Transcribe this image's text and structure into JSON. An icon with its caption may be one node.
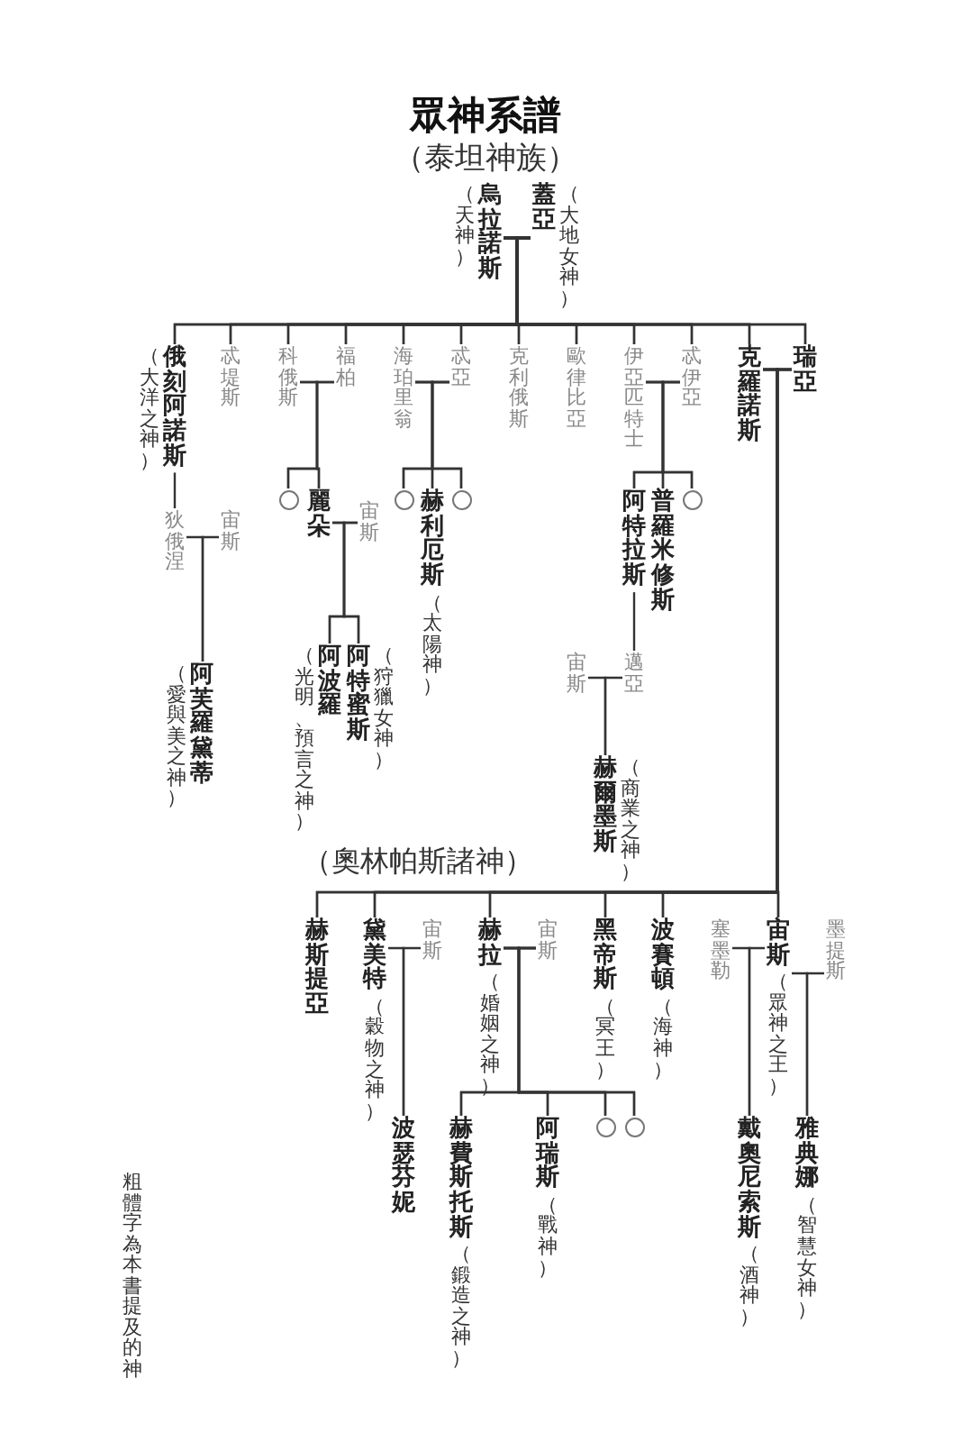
{
  "diagram": {
    "title": "眾神系譜",
    "nodes": [
      {
        "text": [
          "烏拉諾斯"
        ],
        "beside": [
          "（天神）"
        ]
      },
      {
        "text": [
          "蓋亞"
        ],
        "beside": [
          "（大地女神）"
        ]
      },
      {
        "text": [
          "俄刻阿諾斯"
        ],
        "beside": [
          "（大洋之神）"
        ]
      },
      {
        "text": [
          "忒堤斯"
        ]
      },
      {
        "text": [
          "科俄斯"
        ]
      },
      {
        "text": [
          "福柏"
        ]
      },
      {
        "text": [
          "海珀里翁"
        ]
      },
      {
        "text": [
          "忒亞"
        ]
      },
      {
        "text": [
          "克利俄斯"
        ]
      },
      {
        "text": [
          "歐律比亞"
        ]
      },
      {
        "text": [
          "伊亞匹特士"
        ]
      },
      {
        "text": [
          "忒伊亞"
        ]
      },
      {
        "text": [
          "克羅諾斯"
        ]
      },
      {
        "text": [
          "瑞亞"
        ]
      },
      {
        "text": [
          "狄俄涅"
        ]
      },
      {
        "text": [
          "宙斯"
        ]
      },
      {
        "text": [
          "阿芙羅黛蒂"
        ],
        "beside": [
          "（愛與美之神）"
        ]
      },
      {
        "text": [],
        "shape": "circle"
      },
      {
        "text": [
          "麗朵"
        ]
      },
      {
        "text": [
          "宙斯"
        ]
      },
      {
        "text": [
          "阿特蜜斯"
        ],
        "beside": [
          "（狩獵女神）"
        ]
      },
      {
        "text": [
          "阿波羅"
        ],
        "beside": [
          "（光明、預言之神）"
        ]
      },
      {
        "text": [],
        "shape": "circle"
      },
      {
        "text": [
          "赫利厄斯"
        ],
        "beside": [
          "（太陽神）"
        ]
      },
      {
        "text": [],
        "shape": "circle"
      },
      {
        "text": [
          "阿特拉斯"
        ]
      },
      {
        "text": [
          "普羅米修斯"
        ]
      },
      {
        "text": [],
        "shape": "circle"
      },
      {
        "text": [
          "宙斯"
        ]
      },
      {
        "text": [
          "邁亞"
        ]
      },
      {
        "text": [
          "赫爾墨斯"
        ],
        "beside": [
          "（商業之神）"
        ]
      },
      {
        "text": [
          "赫斯提亞"
        ]
      },
      {
        "text": [
          "黛美特"
        ],
        "beside": [
          "（穀物之神）"
        ]
      },
      {
        "text": [
          "宙斯"
        ]
      },
      {
        "text": [
          "波瑟芬妮"
        ]
      },
      {
        "text": [
          "赫拉"
        ],
        "beside": [
          "（婚姻之神）"
        ]
      },
      {
        "text": [
          "宙斯"
        ]
      },
      {
        "text": [
          "赫費斯托斯"
        ],
        "beside": [
          "（鍛造之神）"
        ]
      },
      {
        "text": [
          "阿瑞斯"
        ],
        "beside": [
          "（戰神）"
        ]
      },
      {
        "text": [],
        "shape": "circle"
      },
      {
        "text": [],
        "shape": "circle"
      },
      {
        "text": [
          "黑帝斯"
        ],
        "beside": [
          "（冥王）"
        ]
      },
      {
        "text": [
          "波賽頓"
        ],
        "beside": [
          "（海神）"
        ]
      },
      {
        "text": [
          "塞墨勒"
        ]
      },
      {
        "text": [
          "宙斯"
        ],
        "beside": [
          "（眾神之王）"
        ]
      },
      {
        "text": [
          "墨提斯"
        ]
      },
      {
        "text": [
          "戴奧尼索斯"
        ],
        "beside": [
          "（酒神）"
        ]
      },
      {
        "text": [
          "雅典娜"
        ],
        "beside": [
          "（智慧女神）"
        ]
      }
    ],
    "edges": [
      {
        "from": 0,
        "to": 2,
        "arrow": "none"
      },
      {
        "from": 0,
        "to": 3,
        "arrow": "none"
      },
      {
        "from": 0,
        "to": 4,
        "arrow": "none"
      },
      {
        "from": 0,
        "to": 5,
        "arrow": "none"
      },
      {
        "from": 0,
        "to": 6,
        "arrow": "none"
      },
      {
        "from": 0,
        "to": 7,
        "arrow": "none"
      },
      {
        "from": 0,
        "to": 8,
        "arrow": "none"
      },
      {
        "from": 0,
        "to": 9,
        "arrow": "none"
      },
      {
        "from": 0,
        "to": 10,
        "arrow": "none"
      },
      {
        "from": 0,
        "to": 11,
        "arrow": "none"
      },
      {
        "from": 0,
        "to": 12,
        "arrow": "none"
      },
      {
        "from": 0,
        "to": 13,
        "arrow": "none"
      },
      {
        "from": 1,
        "to": 2,
        "arrow": "none"
      },
      {
        "from": 1,
        "to": 3,
        "arrow": "none"
      },
      {
        "from": 1,
        "to": 4,
        "arrow": "none"
      },
      {
        "from": 1,
        "to": 5,
        "arrow": "none"
      },
      {
        "from": 1,
        "to": 6,
        "arrow": "none"
      },
      {
        "from": 1,
        "to": 7,
        "arrow": "none"
      },
      {
        "from": 1,
        "to": 8,
        "arrow": "none"
      },
      {
        "from": 1,
        "to": 9,
        "arrow": "none"
      },
      {
        "from": 1,
        "to": 10,
        "arrow": "none"
      },
      {
        "from": 1,
        "to": 11,
        "arrow": "none"
      },
      {
        "from": 1,
        "to": 12,
        "arrow": "none"
      },
      {
        "from": 1,
        "to": 13,
        "arrow": "none"
      },
      {
        "from": 2,
        "to": 14,
        "arrow": "none"
      },
      {
        "from": 14,
        "to": 16,
        "arrow": "none"
      },
      {
        "from": 15,
        "to": 16,
        "arrow": "none"
      },
      {
        "from": 4,
        "to": 17,
        "arrow": "none"
      },
      {
        "from": 4,
        "to": 18,
        "arrow": "none"
      },
      {
        "from": 5,
        "to": 17,
        "arrow": "none"
      },
      {
        "from": 5,
        "to": 18,
        "arrow": "none"
      },
      {
        "from": 18,
        "to": 20,
        "arrow": "none"
      },
      {
        "from": 18,
        "to": 21,
        "arrow": "none"
      },
      {
        "from": 19,
        "to": 20,
        "arrow": "none"
      },
      {
        "from": 19,
        "to": 21,
        "arrow": "none"
      },
      {
        "from": 6,
        "to": 22,
        "arrow": "none"
      },
      {
        "from": 6,
        "to": 23,
        "arrow": "none"
      },
      {
        "from": 6,
        "to": 24,
        "arrow": "none"
      },
      {
        "from": 7,
        "to": 22,
        "arrow": "none"
      },
      {
        "from": 7,
        "to": 23,
        "arrow": "none"
      },
      {
        "from": 7,
        "to": 24,
        "arrow": "none"
      },
      {
        "from": 10,
        "to": 25,
        "arrow": "none"
      },
      {
        "from": 10,
        "to": 26,
        "arrow": "none"
      },
      {
        "from": 10,
        "to": 27,
        "arrow": "none"
      },
      {
        "from": 11,
        "to": 25,
        "arrow": "none"
      },
      {
        "from": 11,
        "to": 26,
        "arrow": "none"
      },
      {
        "from": 11,
        "to": 27,
        "arrow": "none"
      },
      {
        "from": 25,
        "to": 29,
        "arrow": "none"
      },
      {
        "from": 28,
        "to": 30,
        "arrow": "none"
      },
      {
        "from": 29,
        "to": 30,
        "arrow": "none"
      },
      {
        "from": 12,
        "to": 31,
        "arrow": "none"
      },
      {
        "from": 12,
        "to": 32,
        "arrow": "none"
      },
      {
        "from": 12,
        "to": 35,
        "arrow": "none"
      },
      {
        "from": 12,
        "to": 41,
        "arrow": "none"
      },
      {
        "from": 12,
        "to": 42,
        "arrow": "none"
      },
      {
        "from": 12,
        "to": 44,
        "arrow": "none"
      },
      {
        "from": 13,
        "to": 31,
        "arrow": "none"
      },
      {
        "from": 13,
        "to": 32,
        "arrow": "none"
      },
      {
        "from": 13,
        "to": 35,
        "arrow": "none"
      },
      {
        "from": 13,
        "to": 41,
        "arrow": "none"
      },
      {
        "from": 13,
        "to": 42,
        "arrow": "none"
      },
      {
        "from": 13,
        "to": 44,
        "arrow": "none"
      },
      {
        "from": 32,
        "to": 34,
        "arrow": "none"
      },
      {
        "from": 33,
        "to": 34,
        "arrow": "none"
      },
      {
        "from": 35,
        "to": 37,
        "arrow": "none"
      },
      {
        "from": 35,
        "to": 38,
        "arrow": "none"
      },
      {
        "from": 35,
        "to": 39,
        "arrow": "none"
      },
      {
        "from": 35,
        "to": 40,
        "arrow": "none"
      },
      {
        "from": 36,
        "to": 37,
        "arrow": "none"
      },
      {
        "from": 36,
        "to": 38,
        "arrow": "none"
      },
      {
        "from": 36,
        "to": 39,
        "arrow": "none"
      },
      {
        "from": 36,
        "to": 40,
        "arrow": "none"
      },
      {
        "from": 43,
        "to": 46,
        "arrow": "none"
      },
      {
        "from": 44,
        "to": 46,
        "arrow": "none"
      },
      {
        "from": 44,
        "to": 47,
        "arrow": "none"
      },
      {
        "from": 45,
        "to": 47,
        "arrow": "none"
      }
    ],
    "labels": [
      "（泰坦神族）",
      "（奧林帕斯諸神）",
      "粗體字為本書提及的神"
    ]
  }
}
